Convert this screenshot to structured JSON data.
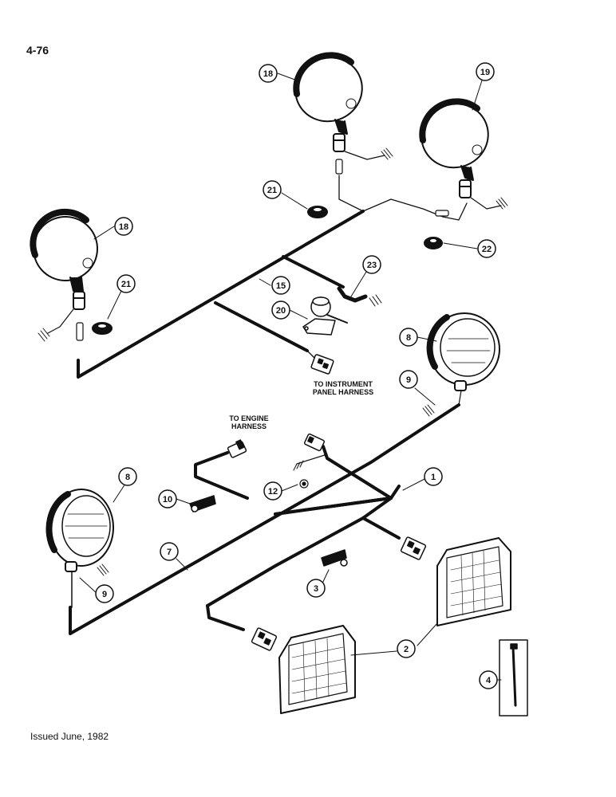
{
  "page_number": "4-76",
  "footer": "Issued June, 1982",
  "notes": {
    "instrument_panel": [
      "TO INSTRUMENT",
      "PANEL HARNESS"
    ],
    "engine": [
      "TO ENGINE",
      "HARNESS"
    ]
  },
  "callouts": [
    "18",
    "19",
    "21",
    "18",
    "21",
    "15",
    "23",
    "20",
    "22",
    "8",
    "9",
    "1",
    "12",
    "10",
    "8",
    "7",
    "9",
    "3",
    "2",
    "4"
  ]
}
